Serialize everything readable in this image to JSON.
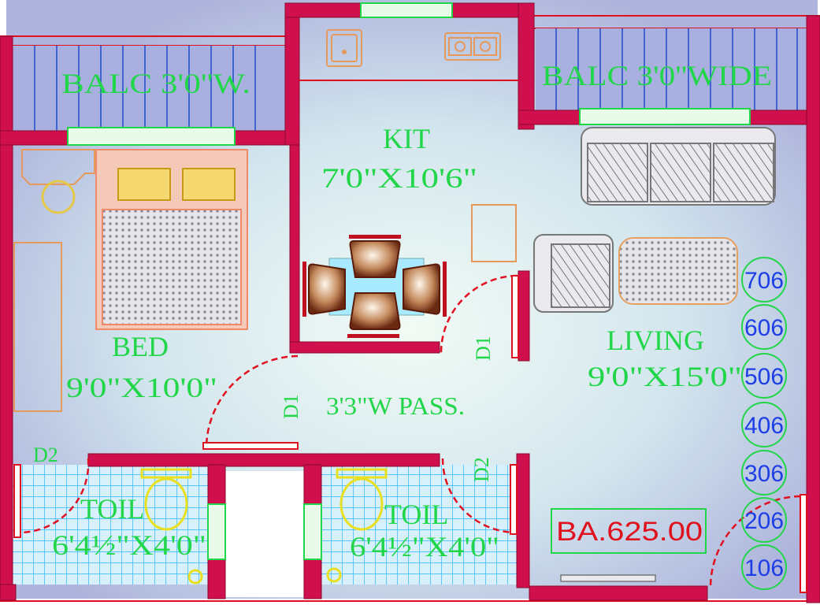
{
  "colors": {
    "wall": "#d0104e",
    "label": "#22d64a",
    "floor_number": "#1e3ee6",
    "area_text": "#e0101c",
    "tile": "#29b6ff"
  },
  "rooms": {
    "balcony_left": "BALC  3'0''W.",
    "balcony_right": "BALC  3'0''WIDE",
    "kitchen_name": "KIT",
    "kitchen_size": "7'0\"X10'6\"",
    "bed_name": "BED",
    "bed_size": "9'0\"X10'0\"",
    "living_name": "LIVING",
    "living_size": "9'0\"X15'0\"",
    "passage": "3'3\"W PASS.",
    "toilet_left_name": "TOIL",
    "toilet_left_size": "6'4½\"X4'0\"",
    "toilet_right_name": "TOIL",
    "toilet_right_size": "6'4½\"X4'0\""
  },
  "doors": {
    "d1_kitchen": "D1",
    "d1_passage": "D1",
    "d2_left": "D2",
    "d2_right": "D2"
  },
  "built_area": "BA.625.00",
  "floor_numbers": [
    "706",
    "606",
    "506",
    "406",
    "306",
    "206",
    "106"
  ]
}
